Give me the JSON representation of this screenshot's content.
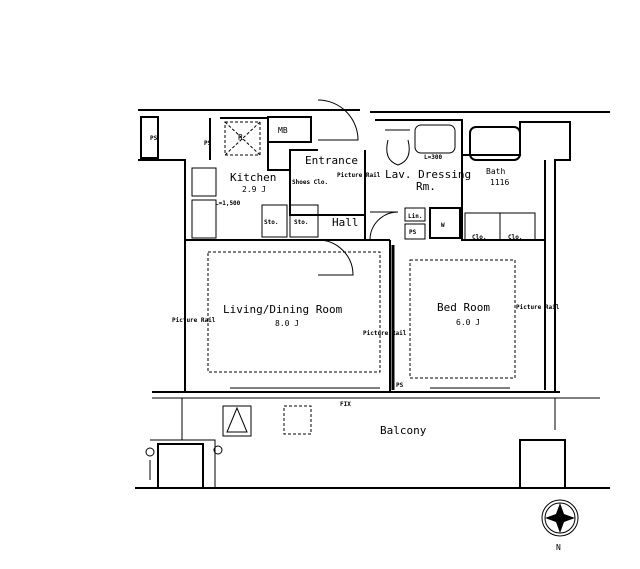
{
  "rooms": {
    "kitchen": {
      "name": "Kitchen",
      "size": "2.9 J"
    },
    "entrance": {
      "name": "Entrance"
    },
    "shoes_closet": "Shoes Clo.",
    "hall": "Hall",
    "storage": [
      "Sto.",
      "Sto."
    ],
    "lav_dressing": {
      "name": "Lav. Dressing",
      "name2": "Rm."
    },
    "bath": {
      "name": "Bath",
      "size": "1116"
    },
    "linen": "Lin.",
    "washer": "W",
    "closets": [
      "Clo.",
      "Clo."
    ],
    "living": {
      "name": "Living/Dining Room",
      "size": "8.0 J"
    },
    "bedroom": {
      "name": "Bed Room",
      "size": "6.0 J"
    },
    "balcony": "Balcony"
  },
  "fixtures": {
    "mb": "MB",
    "ps": "PS",
    "fridge": "R",
    "picture_rail": "Picture Rail",
    "fix": "FIX",
    "counter_length": "L=1,500",
    "vanity_length": "L=300"
  },
  "compass": {
    "north": "N"
  }
}
